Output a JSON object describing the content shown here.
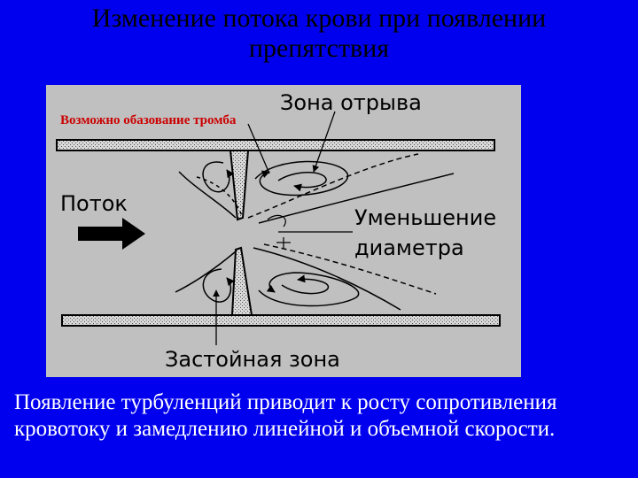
{
  "slide": {
    "title_line1": "Изменение потока крови при появлении",
    "title_line2": "препятствия",
    "caption_line1": "Появление турбуленций приводит к росту сопротивления",
    "caption_line2": "кровотоку и замедлению линейной и объемной скорости."
  },
  "figure": {
    "label_thrombus": "Возможно обазование тромба",
    "label_separation_zone": "Зона отрыва",
    "label_flow": "Поток",
    "label_diameter_line1": "Уменьшение",
    "label_diameter_line2": "диаметра",
    "label_stagnant_zone": "Застойная зона"
  },
  "colors": {
    "background": "#0000ee",
    "panel": "#c0c0c0",
    "title": "#000000",
    "caption": "#ffffff",
    "thrombus_label": "#cc0000",
    "ink": "#000000"
  }
}
